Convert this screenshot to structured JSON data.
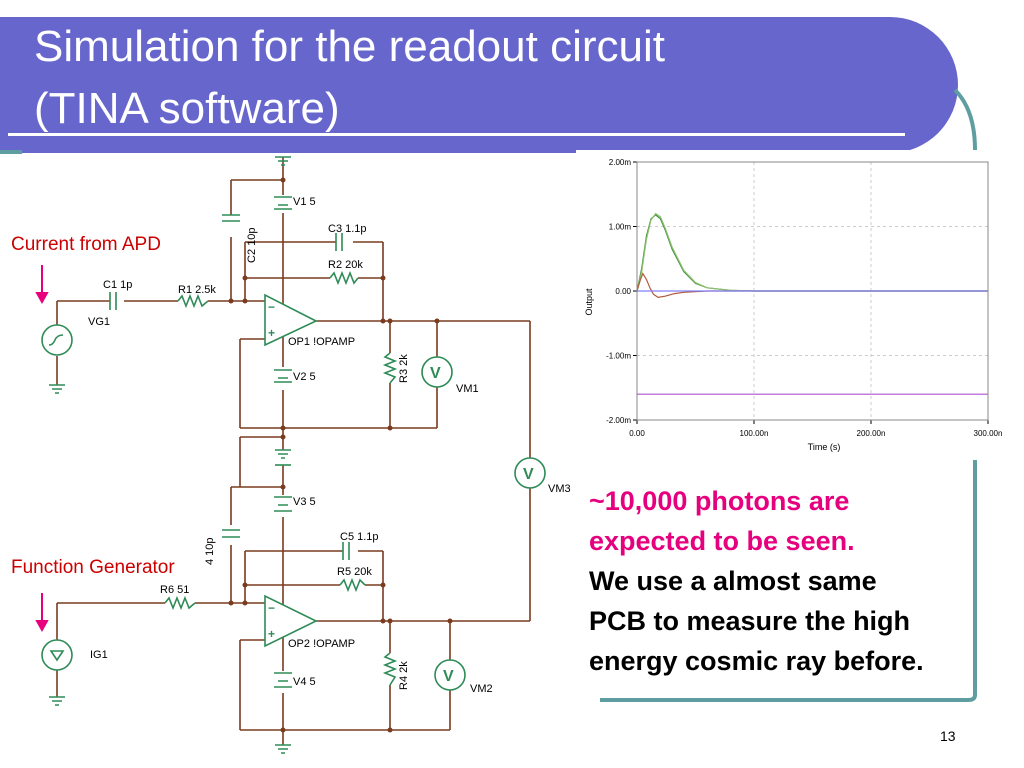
{
  "slide": {
    "title_line1": "Simulation for the readout circuit",
    "title_line2": "(TINA software)",
    "page_number": "13",
    "colors": {
      "title_bg": "#6666cc",
      "accent_frame": "#5f9ea0",
      "highlight_text": "#e6007e",
      "circuit_wire": "#7a3b1f",
      "circuit_component": "#2e8b57",
      "annotation": "#cc0000"
    }
  },
  "annotations": {
    "current_from_apd": "Current from APD",
    "function_generator": "Function Generator"
  },
  "notes": {
    "line1": "~10,000 photons are",
    "line2": "expected to be seen.",
    "line3": "We use a almost same",
    "line4": "PCB to measure the high",
    "line5": "energy cosmic ray before."
  },
  "circuit": {
    "top": {
      "v1": "V1 5",
      "c2": "C2 10p",
      "c3": "C3 1.1p",
      "r2": "R2 20k",
      "c1": "C1 1p",
      "r1": "R1 2.5k",
      "vg1": "VG1",
      "op1": "OP1 !OPAMP",
      "v2": "V2 5",
      "r3": "R3 2k",
      "vm1": "VM1",
      "v_glyph": "V"
    },
    "bottom": {
      "v3": "V3 5",
      "c4": "4 10p",
      "c5": "C5 1.1p",
      "r5": "R5 20k",
      "r6": "R6 51",
      "ig1": "IG1",
      "op2": "OP2 !OPAMP",
      "v4": "V4 5",
      "r4": "R4 2k",
      "vm2": "VM2",
      "v_glyph": "V"
    },
    "vm3": "VM3",
    "plus": "+",
    "minus": "−"
  },
  "chart_data": {
    "type": "line",
    "xlabel": "Time (s)",
    "ylabel": "Output",
    "x_ticks": [
      "0.00",
      "100.00n",
      "200.00n",
      "300.00n"
    ],
    "y_ticks": [
      "2.00m",
      "1.00m",
      "0.00",
      "-1.00m",
      "-2.00m"
    ],
    "xlim_ns": [
      0,
      300
    ],
    "ylim_mV": [
      -2,
      2
    ],
    "grid": true,
    "series": [
      {
        "color": "#3a8f3a",
        "x_ns": [
          0,
          4,
          8,
          12,
          16,
          20,
          24,
          30,
          40,
          50,
          60,
          80,
          100,
          150,
          300
        ],
        "y_mV": [
          0,
          0.35,
          0.85,
          1.12,
          1.18,
          1.12,
          0.95,
          0.65,
          0.3,
          0.12,
          0.05,
          0.01,
          0,
          0,
          0
        ]
      },
      {
        "color": "#8fbf6f",
        "x_ns": [
          0,
          4,
          8,
          12,
          16,
          20,
          24,
          30,
          40,
          50,
          60,
          80,
          100,
          150,
          300
        ],
        "y_mV": [
          0,
          0.3,
          0.8,
          1.1,
          1.2,
          1.15,
          0.98,
          0.68,
          0.32,
          0.13,
          0.05,
          0.01,
          0,
          0,
          0
        ]
      },
      {
        "color": "#b05a3a",
        "x_ns": [
          0,
          3,
          5,
          8,
          11,
          14,
          18,
          24,
          32,
          40,
          60,
          100,
          300
        ],
        "y_mV": [
          0,
          0.18,
          0.27,
          0.18,
          0.05,
          -0.05,
          -0.1,
          -0.08,
          -0.04,
          -0.02,
          0,
          0,
          0
        ]
      },
      {
        "color": "#8080ff",
        "x_ns": [
          0,
          300
        ],
        "y_mV": [
          0,
          0
        ]
      },
      {
        "color": "#b050d0",
        "x_ns": [
          0,
          300
        ],
        "y_mV": [
          -1.6,
          -1.6
        ]
      }
    ]
  }
}
